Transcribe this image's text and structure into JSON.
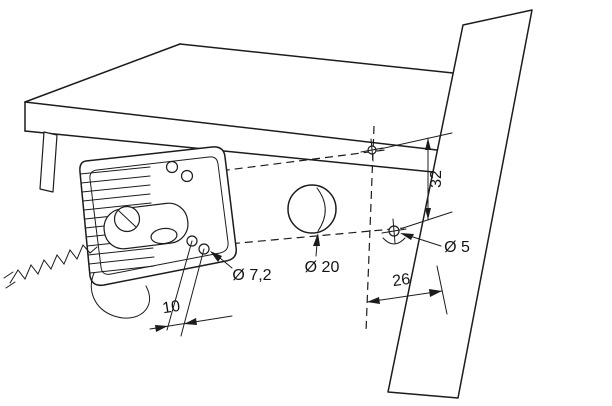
{
  "colors": {
    "line": "#1c1c1c",
    "background": "#ffffff"
  },
  "annotations": {
    "dia_7_2": "Ø 7,2",
    "dia_20": "Ø 20",
    "dia_5": "Ø 5",
    "dim_32": "32",
    "dim_26": "26",
    "dim_10": "10"
  }
}
